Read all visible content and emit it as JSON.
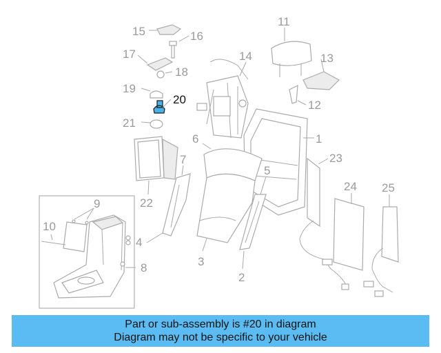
{
  "diagram": {
    "highlighted_part": "20",
    "callouts": [
      "1",
      "2",
      "3",
      "4",
      "5",
      "6",
      "7",
      "8",
      "9",
      "10",
      "11",
      "12",
      "13",
      "14",
      "15",
      "16",
      "17",
      "18",
      "19",
      "20",
      "21",
      "22",
      "23",
      "24",
      "25"
    ]
  },
  "banner": {
    "line1": "Part or sub-assembly is #20 in diagram",
    "line2": "Diagram may not be specific to your vehicle",
    "background_color": "#5bbcf3"
  },
  "colors": {
    "highlight": "#4ab3e6",
    "line_art": "#aaaaaa"
  }
}
